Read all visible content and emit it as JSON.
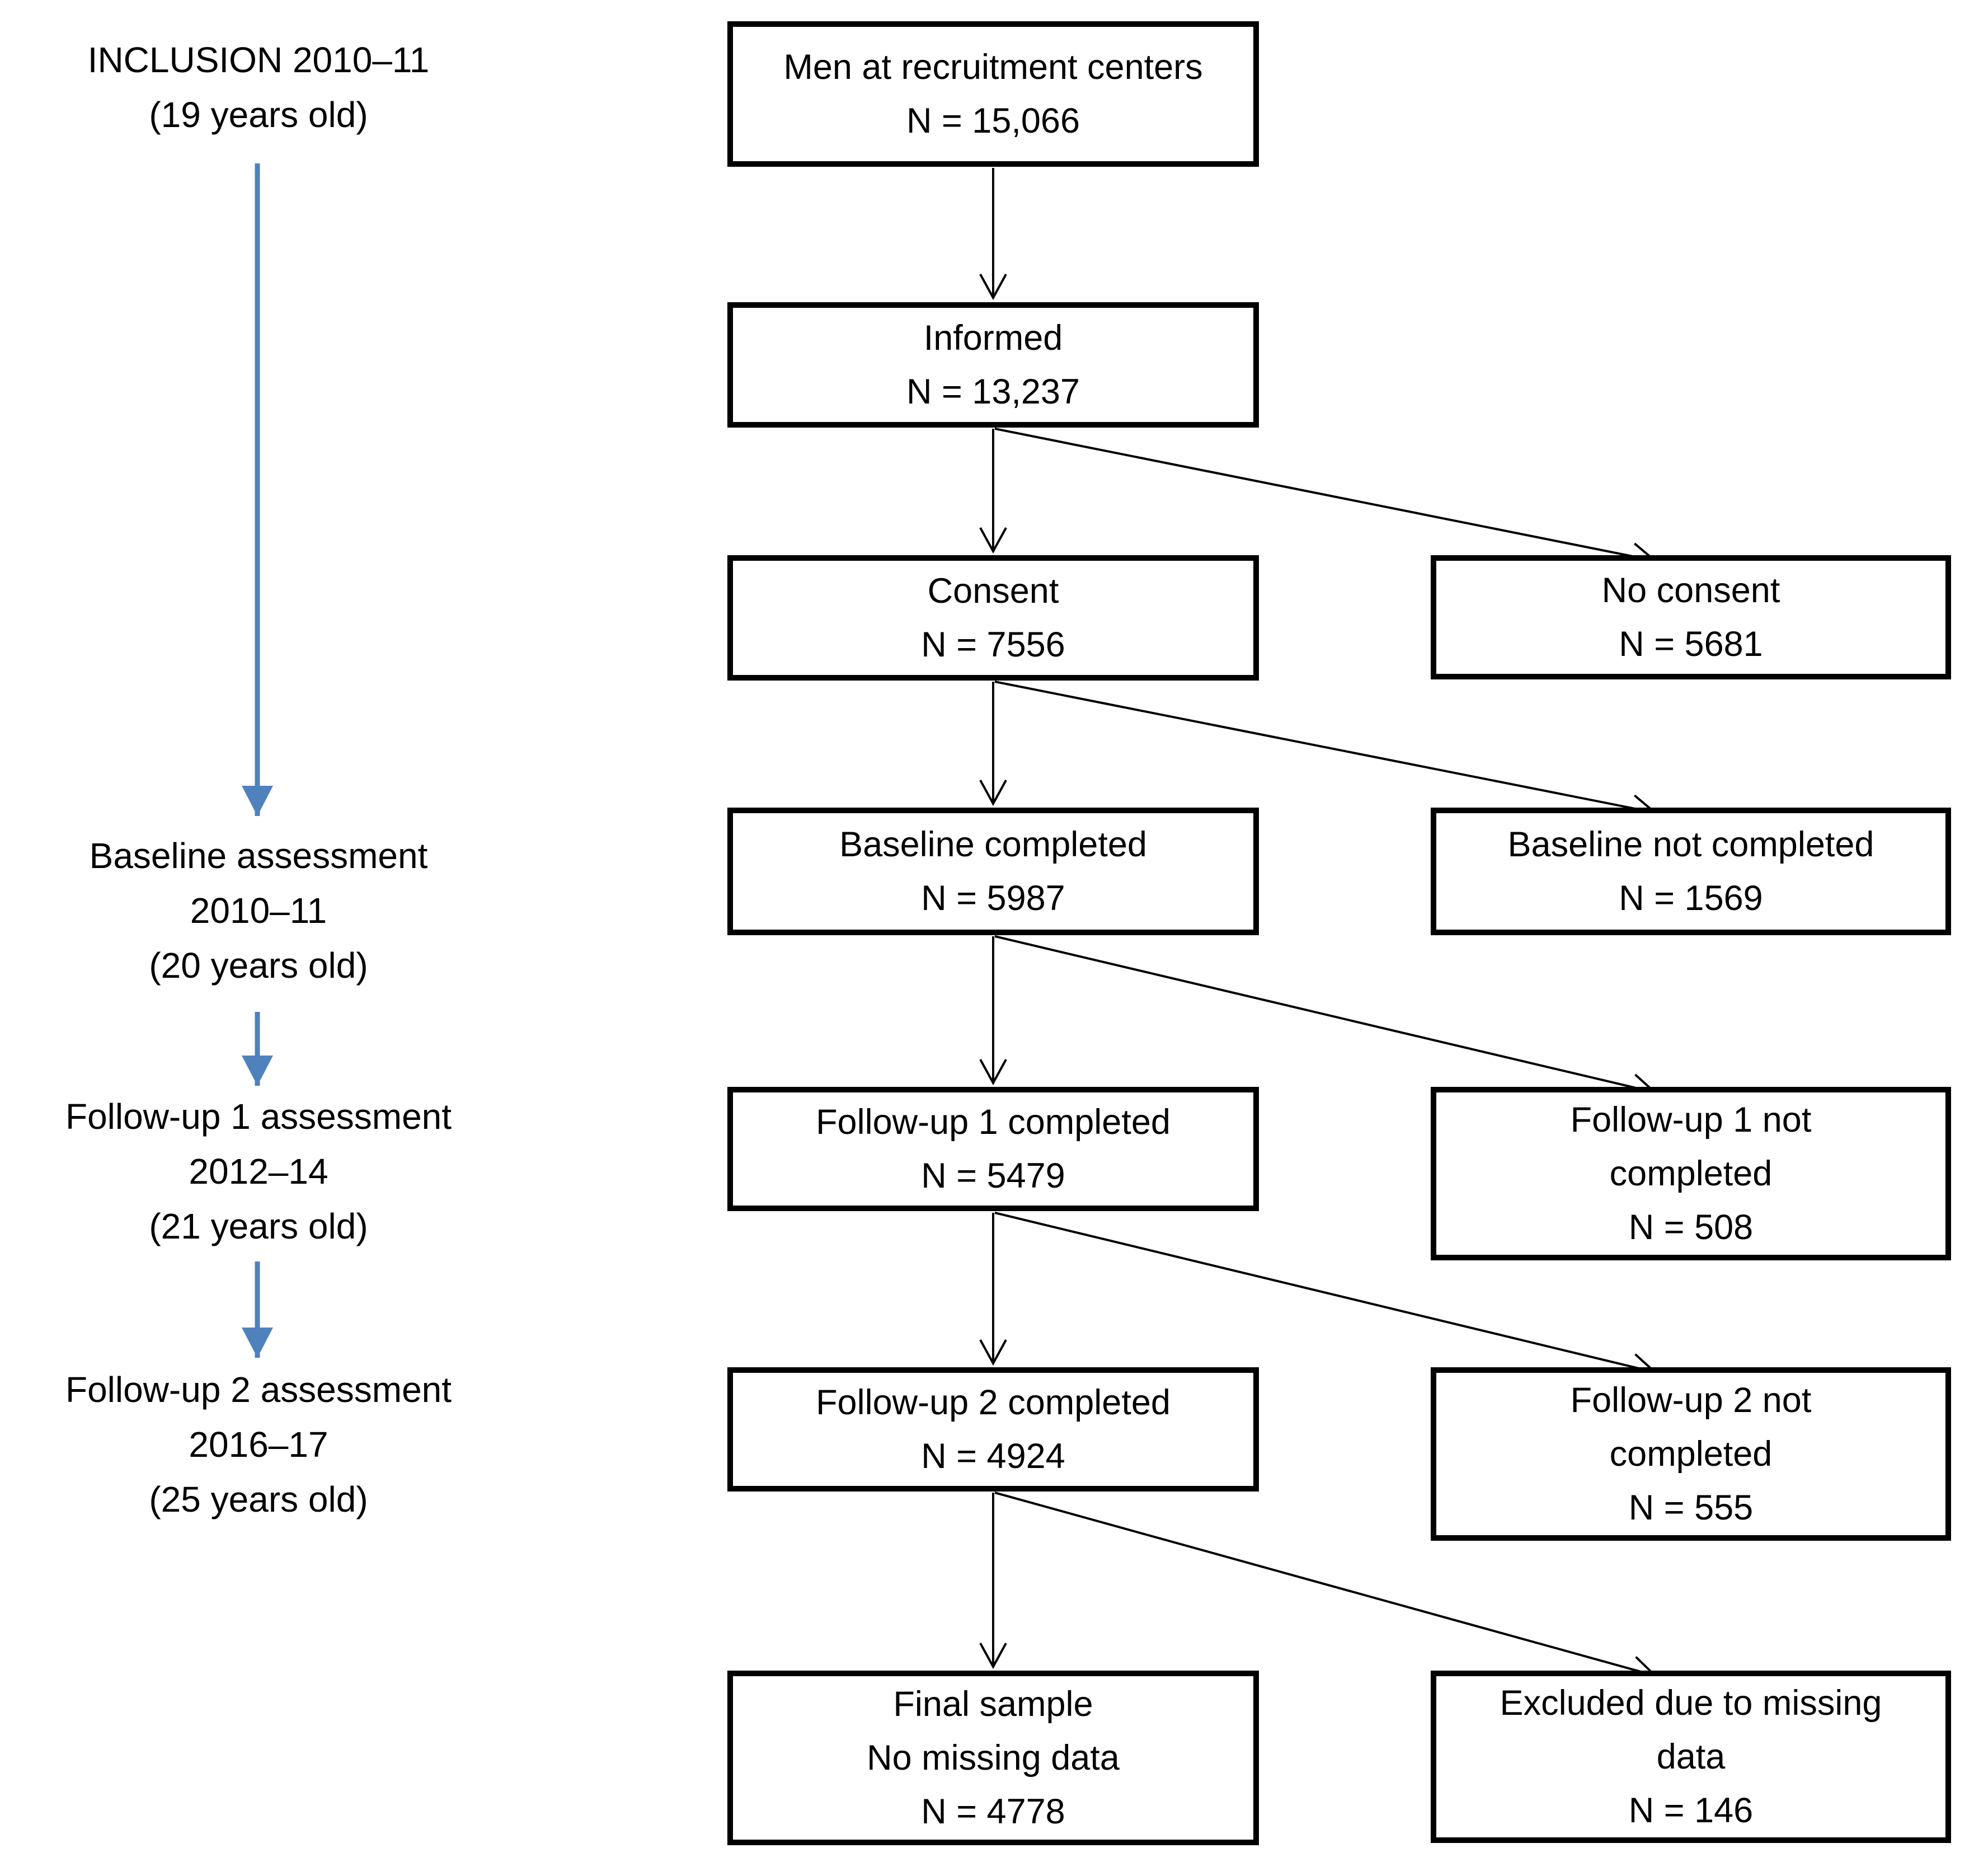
{
  "flow": {
    "timeline": [
      {
        "lines": [
          "INCLUSION 2010–11",
          "(19 years old)"
        ]
      },
      {
        "lines": [
          "Baseline assessment",
          "2010–11",
          "(20 years old)"
        ]
      },
      {
        "lines": [
          "Follow-up 1 assessment",
          "2012–14",
          "(21 years old)"
        ]
      },
      {
        "lines": [
          "Follow-up 2 assessment",
          "2016–17",
          "(25 years old)"
        ]
      }
    ],
    "main": [
      {
        "lines": [
          "Men at recruitment centers",
          "N = 15,066"
        ]
      },
      {
        "lines": [
          "Informed",
          "N = 13,237"
        ]
      },
      {
        "lines": [
          "Consent",
          "N = 7556"
        ]
      },
      {
        "lines": [
          "Baseline completed",
          "N = 5987"
        ]
      },
      {
        "lines": [
          "Follow-up 1 completed",
          "N = 5479"
        ]
      },
      {
        "lines": [
          "Follow-up 2 completed",
          "N = 4924"
        ]
      },
      {
        "lines": [
          "Final sample",
          "No missing data",
          "N = 4778"
        ]
      }
    ],
    "side": [
      {
        "lines": [
          "No consent",
          "N = 5681"
        ]
      },
      {
        "lines": [
          "Baseline not completed",
          "N = 1569"
        ]
      },
      {
        "lines": [
          "Follow-up 1 not",
          "completed",
          "N = 508"
        ]
      },
      {
        "lines": [
          "Follow-up 2 not",
          "completed",
          "N = 555"
        ]
      },
      {
        "lines": [
          "Excluded due to missing",
          "data",
          "N = 146"
        ]
      }
    ],
    "colors": {
      "accent_arrow": "#4f81bd",
      "line": "#000000"
    }
  }
}
